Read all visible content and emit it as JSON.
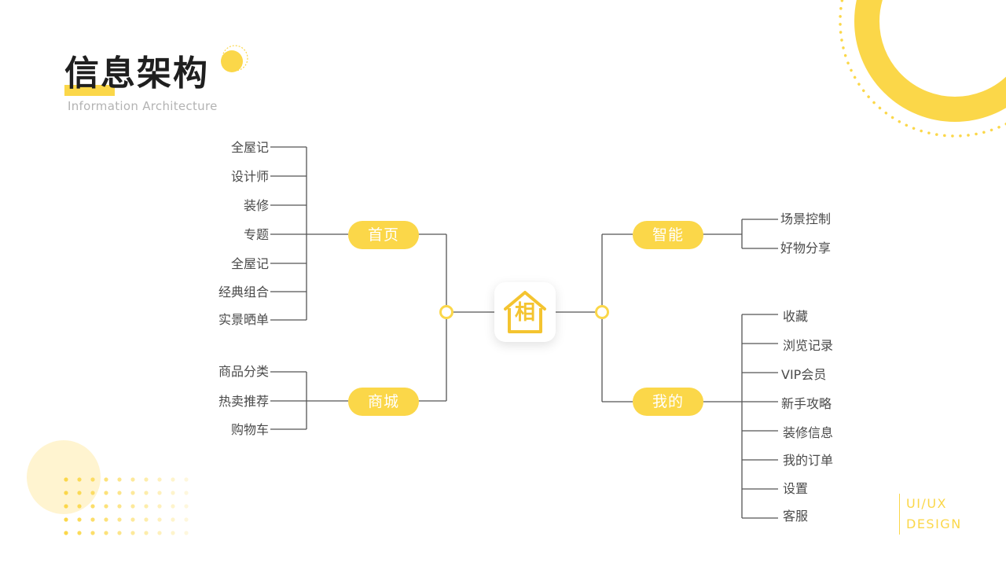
{
  "header": {
    "title": "信息架构",
    "subtitle": "Information Architecture"
  },
  "brand": {
    "line1": "UI/UX",
    "line2": "DESIGN"
  },
  "colors": {
    "accent": "#fbd749",
    "line": "#555555",
    "text": "#4a4a4a"
  },
  "root": {
    "logo_text": "相",
    "icon": "house-logo-icon"
  },
  "left": {
    "branches": [
      {
        "label": "首页",
        "children": [
          "全屋记",
          "设计师",
          "装修",
          "专题",
          "全屋记",
          "经典组合",
          "实景晒单"
        ]
      },
      {
        "label": "商城",
        "children": [
          "商品分类",
          "热卖推荐",
          "购物车"
        ]
      }
    ]
  },
  "right": {
    "branches": [
      {
        "label": "智能",
        "children": [
          "场景控制",
          "好物分享"
        ]
      },
      {
        "label": "我的",
        "children": [
          "收藏",
          "浏览记录",
          "VIP会员",
          "新手攻略",
          "装修信息",
          "我的订单",
          "设置",
          "客服"
        ]
      }
    ]
  }
}
